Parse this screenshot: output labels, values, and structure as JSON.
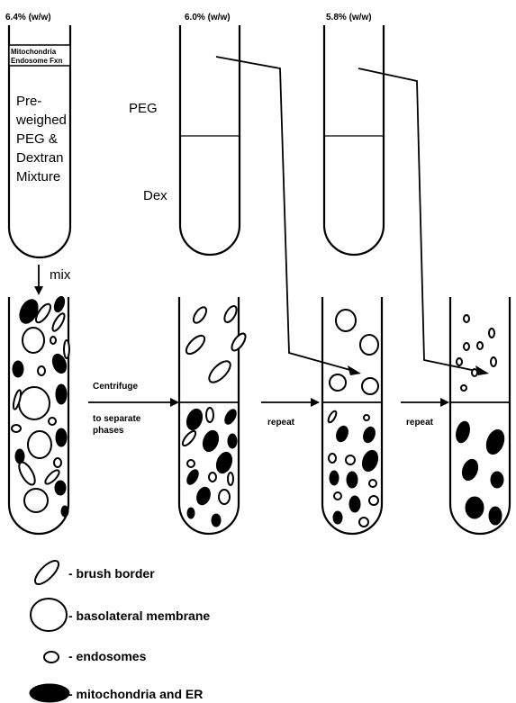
{
  "tube_labels": {
    "tube1_conc": "6.4% (w/w)",
    "tube2_conc": "6.0% (w/w)",
    "tube3_conc": "5.8% (w/w)",
    "pellet_box_line1": "Mitochondria",
    "pellet_box_line2": "Endosome Fxn",
    "mixture_line1": "Pre-",
    "mixture_line2": "weighed",
    "mixture_line3": "PEG &",
    "mixture_line4": "Dextran",
    "mixture_line5": "Mixture",
    "peg_label": "PEG",
    "dex_label": "Dex"
  },
  "steps": {
    "mix": "mix",
    "centrifuge_line1": "Centrifuge",
    "centrifuge_line2": "to separate",
    "centrifuge_line3": "phases",
    "repeat1": "repeat",
    "repeat2": "repeat"
  },
  "legend": {
    "brush_border": "- brush border",
    "basolateral": "- basolateral membrane",
    "endosomes": "- endosomes",
    "mitochondria": "- mitochondria and ER"
  }
}
